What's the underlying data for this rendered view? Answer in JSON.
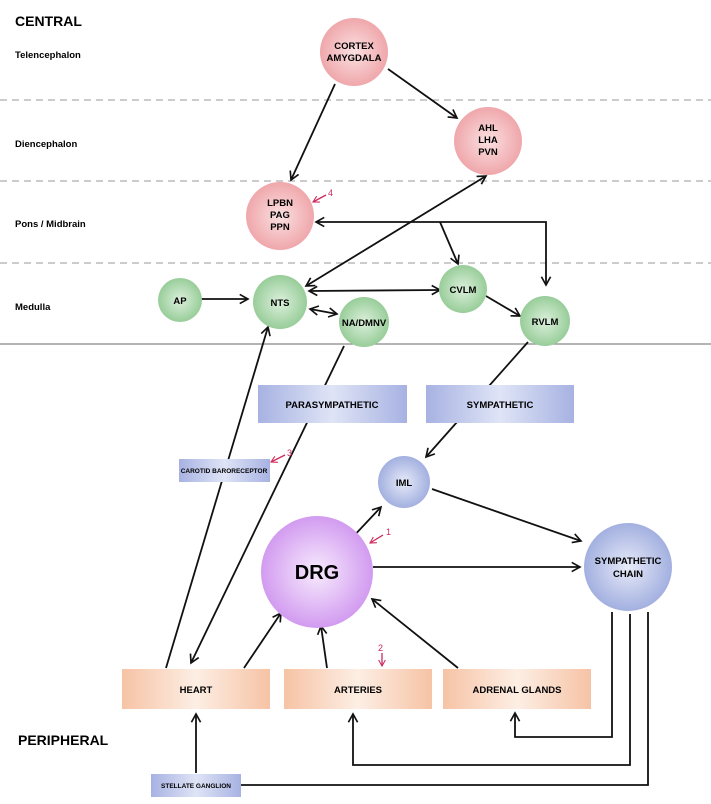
{
  "regions": {
    "central": "CENTRAL",
    "peripheral": "PERIPHERAL"
  },
  "levels": [
    "Telencephalon",
    "Diencephalon",
    "Pons / Midbrain",
    "Medulla"
  ],
  "nodes": {
    "cortex": [
      "CORTEX",
      "AMYGDALA"
    ],
    "hypothalamus": [
      "AHL",
      "LHA",
      "PVN"
    ],
    "pons": [
      "LPBN",
      "PAG",
      "PPN"
    ],
    "ap": "AP",
    "nts": "NTS",
    "na_dmnv": "NA/DMNV",
    "cvlm": "CVLM",
    "rvlm": "RVLM",
    "iml": "IML",
    "drg": "DRG",
    "sympathetic_chain": [
      "SYMPATHETIC",
      "CHAIN"
    ]
  },
  "boxes": {
    "parasympathetic": "PARASYMPATHETIC",
    "sympathetic": "SYMPATHETIC",
    "carotid_baroreceptor": "CAROTID BARORECEPTOR",
    "heart": "HEART",
    "arteries": "ARTERIES",
    "adrenal_glands": "ADRENAL GLANDS",
    "stellate_ganglion": "STELLATE GANGLION"
  },
  "annotations": {
    "n1": "1",
    "n2": "2",
    "n3": "3",
    "n4": "4"
  },
  "colors": {
    "central_node": "#f2b8ba",
    "medulla_node": "#a9d6a9",
    "drg_node": "#d9a6f2",
    "peripheral_node": "#aeb9e4",
    "autonomic_box": "#b7c0e6",
    "organ_box": "#f8cfb5",
    "annotation": "#cc2a5c"
  }
}
